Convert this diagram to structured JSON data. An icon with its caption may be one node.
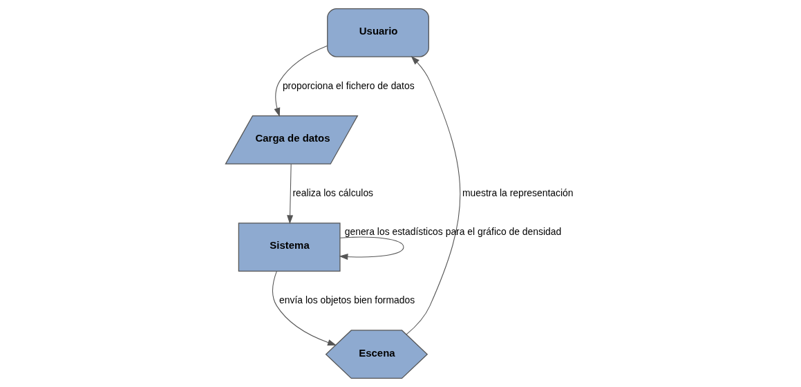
{
  "diagram": {
    "nodes": [
      {
        "text": [
          "Usuario"
        ]
      },
      {
        "text": [
          "Carga de datos"
        ]
      },
      {
        "text": [
          "Sistema"
        ]
      },
      {
        "text": [
          "Escena"
        ]
      }
    ],
    "edges": [
      {
        "from": 0,
        "to": 1,
        "arrow": "to",
        "label": "proporciona el fichero de datos"
      },
      {
        "from": 1,
        "to": 2,
        "arrow": "to",
        "label": "realiza los cálculos"
      },
      {
        "from": 2,
        "to": 2,
        "arrow": "to",
        "label": "genera los estadísticos para el gráfico de densidad"
      },
      {
        "from": 2,
        "to": 3,
        "arrow": "to",
        "label": "envía los objetos bien formados"
      },
      {
        "from": 3,
        "to": 0,
        "arrow": "to",
        "label": "muestra la representación"
      }
    ]
  }
}
